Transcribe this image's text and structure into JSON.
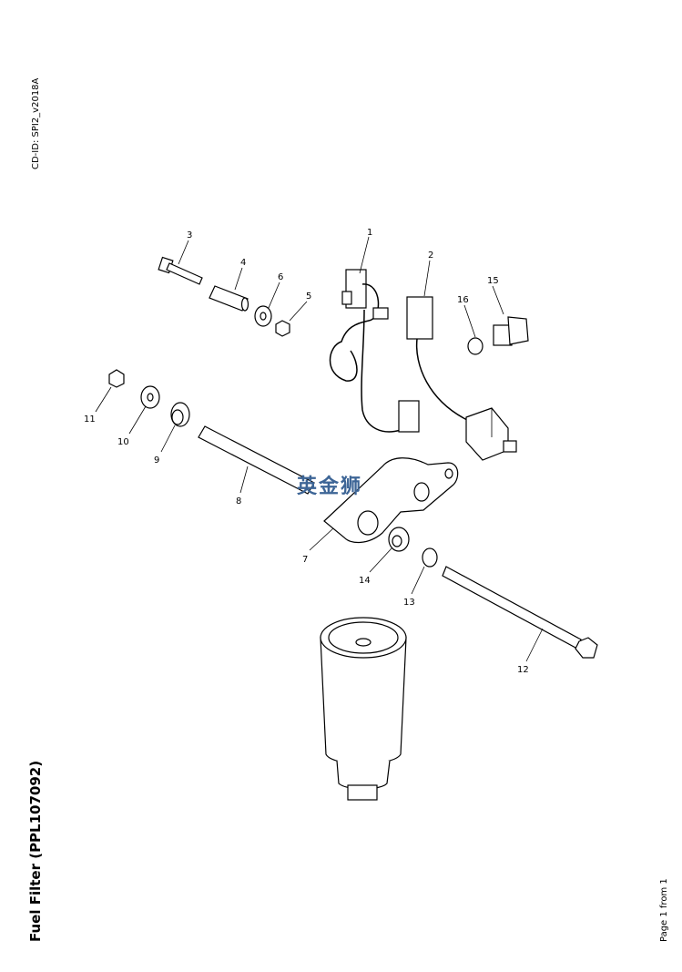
{
  "document": {
    "cd_id": "CD-ID: SPI2_v2018A",
    "title": "Fuel Filter (PPL107092)",
    "page_info": "Page 1 from 1",
    "watermark": "英金狮"
  },
  "callouts": [
    "1",
    "2",
    "3",
    "4",
    "5",
    "6",
    "7",
    "8",
    "9",
    "10",
    "11",
    "12",
    "13",
    "14",
    "15",
    "16"
  ]
}
